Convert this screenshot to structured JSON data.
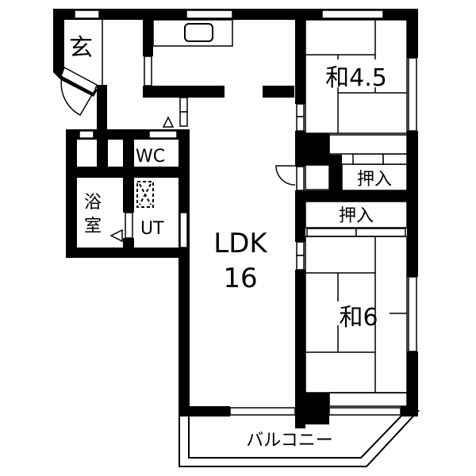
{
  "floor_plan": {
    "colors": {
      "wall": "#000000",
      "background": "#ffffff",
      "line": "#000000"
    },
    "rooms": {
      "entrance": {
        "label": "玄"
      },
      "wc": {
        "label": "WC"
      },
      "bath": {
        "label_line1": "浴",
        "label_line2": "室"
      },
      "utility": {
        "label": "UT"
      },
      "ldk": {
        "label_line1": "LDK",
        "label_line2": "16"
      },
      "washitsu_small": {
        "label": "和4.5"
      },
      "closet_upper": {
        "label": "押入"
      },
      "closet_lower": {
        "label": "押入"
      },
      "washitsu_large": {
        "label": "和6"
      },
      "balcony": {
        "label": "バルコニー"
      }
    }
  }
}
